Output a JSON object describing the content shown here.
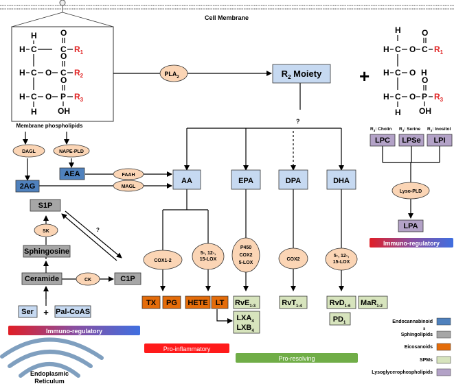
{
  "membrane": {
    "title": "Cell Membrane"
  },
  "phospholipid": {
    "caption": "Membrane phospholipids",
    "h": "H",
    "c": "C",
    "o": "O",
    "p": "P",
    "oh": "OH",
    "r1": "R",
    "r1_sub": "1",
    "r2": "R",
    "r2_sub": "2",
    "r3": "R",
    "r3_sub": "3"
  },
  "lyso": {
    "plus": "+",
    "oh": "OH",
    "o": "O",
    "p": "P",
    "c": "C",
    "h": "H",
    "r1": "R",
    "r1_sub": "1",
    "r3": "R",
    "r3_sub": "3"
  },
  "enzymes": {
    "pla2": "PLA",
    "pla2_sub": "2",
    "dagl": "DAGL",
    "nape": "NAPE-PLD",
    "faah": "FAAH",
    "magl": "MAGL",
    "sk": "SK",
    "ck": "CK",
    "cox12": "COX1-2",
    "lox1_l1": "5-, 12-,",
    "lox1_l2": "15-LOX",
    "p450_l1": "P450",
    "p450_l2": "COX2",
    "p450_l3": "5-LOX",
    "cox2": "COX2",
    "lox2_l1": "5-, 12-,",
    "lox2_l2": "15-LOX",
    "lysopld": "Lyso-PLD"
  },
  "boxes": {
    "r2moiety": "R",
    "r2moiety_sub": "2",
    "r2moiety_rest": " Moiety",
    "aea": "AEA",
    "ag2": "2AG",
    "s1p": "S1P",
    "sphingosine": "Sphingosine",
    "ceramide": "Ceramide",
    "c1p": "C1P",
    "ser": "Ser",
    "plus": "+",
    "palcoas": "Pal-CoAS",
    "aa": "AA",
    "epa": "EPA",
    "dpa": "DPA",
    "dha": "DHA",
    "lpc": "LPC",
    "lpse": "LPSe",
    "lpi": "LPI",
    "lpa": "LPA",
    "tx": "TX",
    "pg": "PG",
    "hete": "HETE",
    "lt": "LT",
    "rve": "RvE",
    "rve_sub": "1-3",
    "rvt": "RvT",
    "rvt_sub": "1-4",
    "rvd": "RvD",
    "rvd_sub": "1-6",
    "mar": "MaR",
    "mar_sub": "1-2",
    "pd": "PD",
    "pd_sub": "1",
    "lxa": "LXA",
    "lxa_sub": "4",
    "lxb": "LXB",
    "lxb_sub": "4"
  },
  "r_labels": {
    "cholin": "R",
    "cholin_sub": "3",
    "cholin_rest": ": Cholin",
    "serine": "R",
    "serine_sub": "3",
    "serine_rest": ": Serine",
    "inositol": "R",
    "inositol_sub": "3",
    "inositol_rest": ": Inositol",
    "s_note": "s"
  },
  "question_marks": {
    "dpa": "?",
    "s1p": "?"
  },
  "bars": {
    "immuno1": "Immuno-regulatory",
    "immuno2": "Immuno-regulatory",
    "proinflam": "Pro-inflammatory",
    "proresolv": "Pro-resolving"
  },
  "er": {
    "line1": "Endoplasmic",
    "line2": "Reticulum"
  },
  "legend": {
    "items": [
      {
        "label": "Endocannabinoid",
        "color": "#4f81bd"
      },
      {
        "label": "Sphingolipids",
        "color": "#a6a6a6"
      },
      {
        "label": "Eicosanoids",
        "color": "#e46c0a"
      },
      {
        "label": "SPMs",
        "color": "#d7e4bd"
      },
      {
        "label": "Lysoglycerophospholipids",
        "color": "#b3a2c7"
      }
    ]
  },
  "colors": {
    "endocannabinoid": "#4f81bd",
    "lightblue": "#c6d9f1",
    "sphingo": "#a6a6a6",
    "eicosanoid": "#e46c0a",
    "spm": "#d7e4bd",
    "lyso": "#b3a2c7",
    "enzyme": "#fbd5b5",
    "red": "#e02020",
    "green_bar": "#70ad47"
  }
}
